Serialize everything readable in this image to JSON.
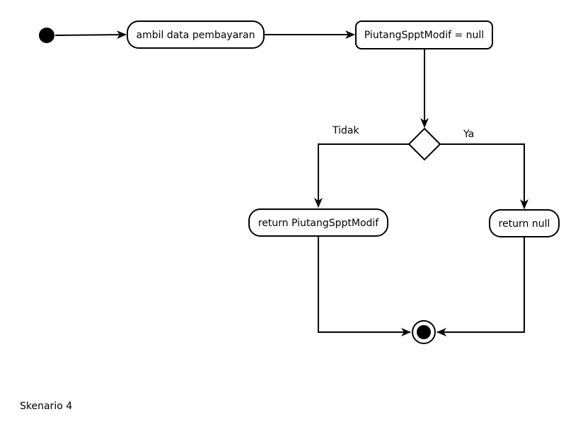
{
  "diagram": {
    "actions": {
      "ambil_data": "ambil data pembayaran",
      "check_null": "PiutangSpptModif = null",
      "return_modif": "return PiutangSpptModif",
      "return_null": "return null"
    },
    "decision": {
      "no_label": "Tidak",
      "yes_label": "Ya"
    }
  },
  "caption": "Skenario 4",
  "colors": {
    "stroke": "#000000",
    "fill": "#ffffff"
  }
}
